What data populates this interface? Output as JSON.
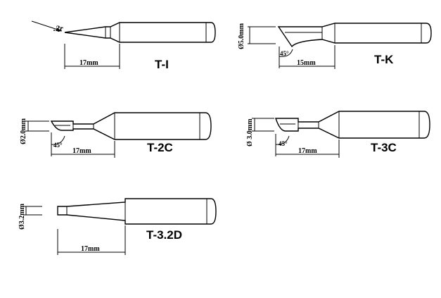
{
  "tips": [
    {
      "name": "T-I",
      "length": "17mm",
      "radius": ".2r"
    },
    {
      "name": "T-K",
      "length": "15mm",
      "diameter": "Ø5.0mm",
      "angle": "45°"
    },
    {
      "name": "T-2C",
      "length": "17mm",
      "diameter": "Ø2.0mm",
      "angle": "45°"
    },
    {
      "name": "T-3C",
      "length": "17mm",
      "diameter": "Ø 3.0mm",
      "angle": "45°"
    },
    {
      "name": "T-3.2D",
      "length": "17mm",
      "diameter": "Ø3.2mm"
    }
  ]
}
